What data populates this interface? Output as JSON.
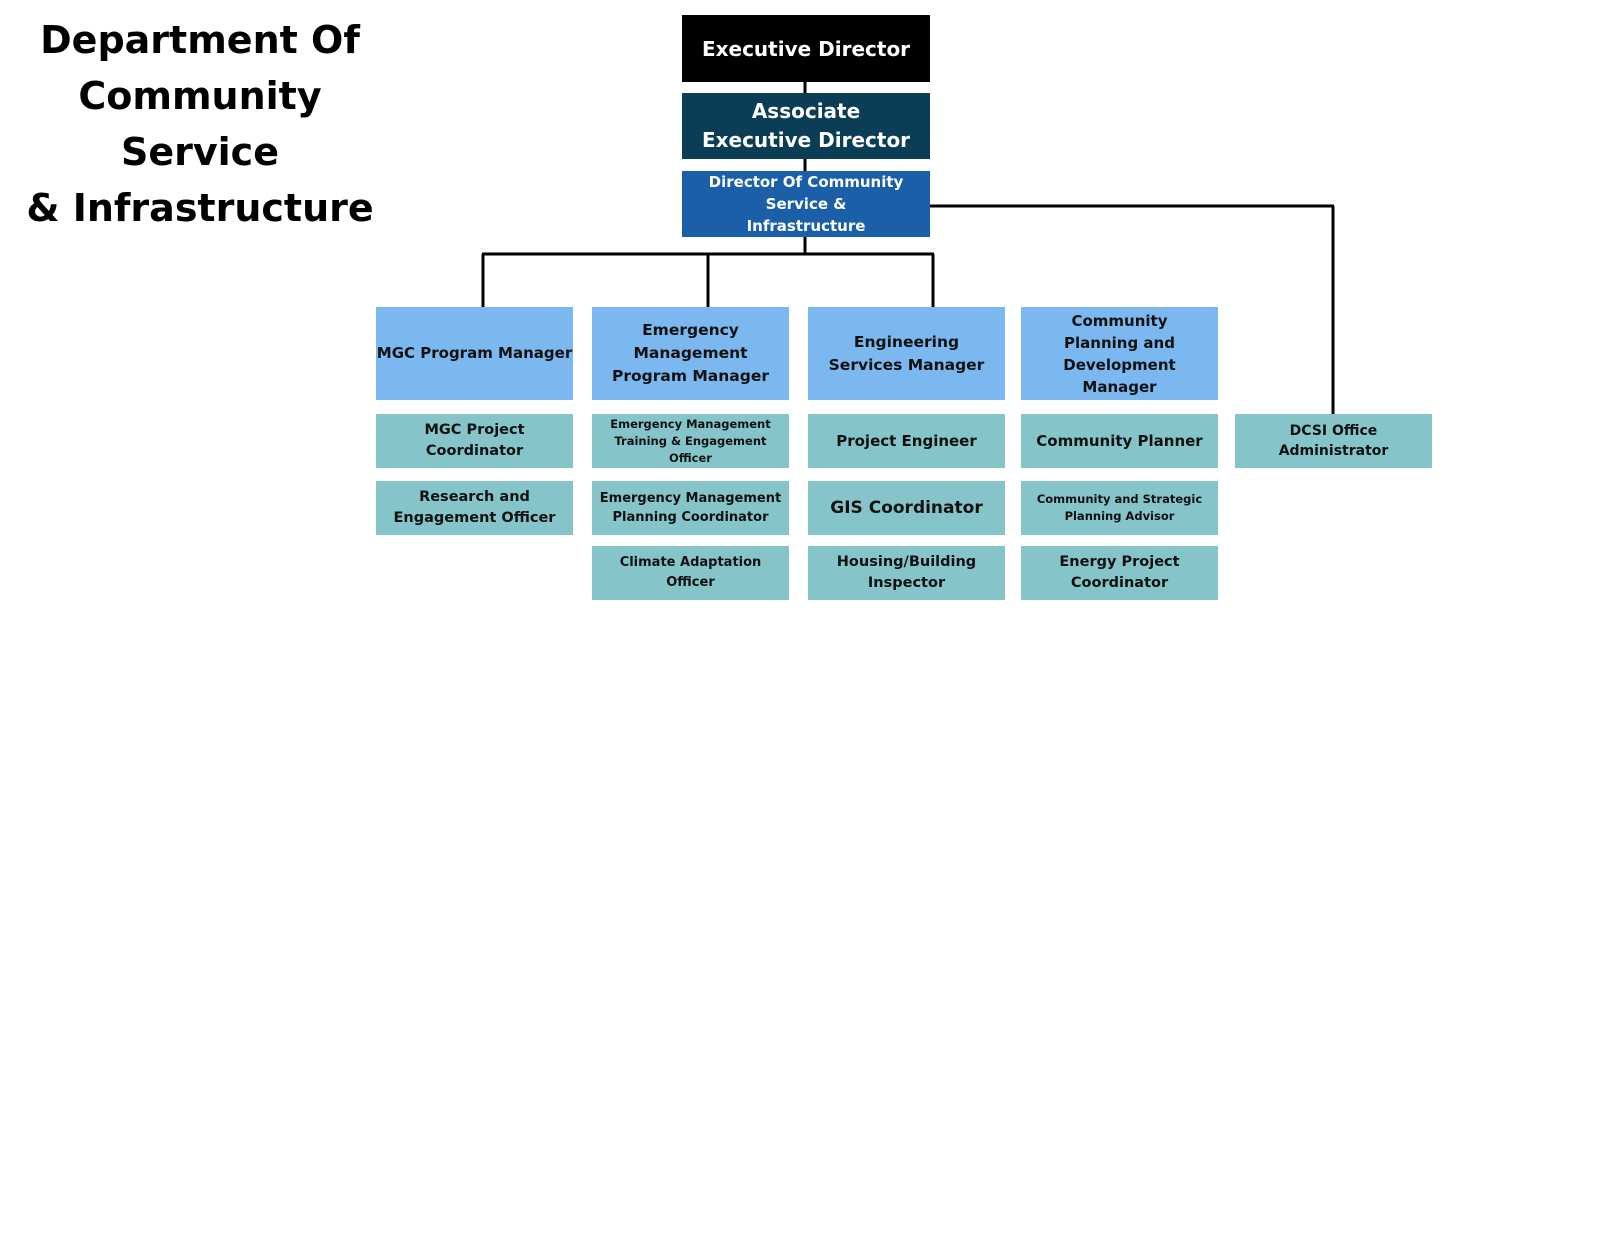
{
  "title_lines": [
    "Department Of",
    "Community Service",
    "& Infrastructure"
  ],
  "colors": {
    "executive": "#000000",
    "associate": "#0b3d57",
    "director": "#1b5fa8",
    "manager": "#7ab8ef",
    "staff": "#85c4c9",
    "connector": "#000000"
  },
  "org": {
    "executive_director": "Executive Director",
    "associate_executive_director": "Associate Executive Director",
    "director": "Director Of Community Service & Infrastructure",
    "managers": [
      {
        "title": "MGC Program Manager",
        "reports": [
          "MGC Project Coordinator",
          "Research and Engagement Officer"
        ]
      },
      {
        "title": "Emergency Management Program Manager",
        "reports": [
          "Emergency Management Training & Engagement Officer",
          "Emergency Management Planning Coordinator",
          "Climate Adaptation Officer"
        ]
      },
      {
        "title": "Engineering Services Manager",
        "reports": [
          "Project Engineer",
          "GIS Coordinator",
          "Housing/Building Inspector"
        ]
      },
      {
        "title": "Community Planning and Development Manager",
        "reports": [
          "Community Planner",
          "Community and Strategic Planning Advisor",
          "Energy Project Coordinator"
        ]
      }
    ],
    "office_administrator": "DCSI Office Administrator"
  }
}
